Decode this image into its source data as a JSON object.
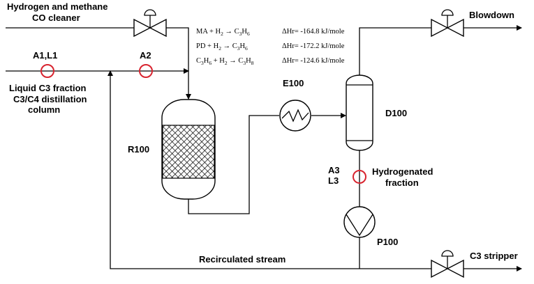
{
  "labels": {
    "hydrogen_feed_line1": "Hydrogen and methane",
    "hydrogen_feed_line2": "CO cleaner",
    "sample_point_1": "A1,L1",
    "sample_point_2": "A2",
    "liquid_feed_line1": "Liquid C3 fraction",
    "liquid_feed_line2": "C3/C4 distillation",
    "liquid_feed_line3": "column",
    "reactor": "R100",
    "heat_exchanger": "E100",
    "drum": "D100",
    "blowdown": "Blowdown",
    "sample_point_3a": "A3",
    "sample_point_3b": "L3",
    "product_line1": "Hydrogenated",
    "product_line2": "fraction",
    "pump": "P100",
    "recycle": "Recirculated stream",
    "c3_stripper": "C3 stripper"
  },
  "reactions": [
    {
      "lhs": "MA + H",
      "h2sub": "2",
      "arrow": " → C",
      "c": "3",
      "h": "H",
      "hsub": "6",
      "dh": "ΔHr= -164.8 kJ/mole"
    },
    {
      "lhs": "PD + H",
      "h2sub": "2",
      "arrow": " → C",
      "c": "3",
      "h": "H",
      "hsub": "6",
      "dh": "ΔHr= -172.2 kJ/mole"
    },
    {
      "lhs": "C",
      "lhs_c": "3",
      "lhs_h": "H",
      "lhs_hsub": "6",
      "plus": " + H",
      "h2sub": "2",
      "arrow": " → C",
      "c": "3",
      "h": "H",
      "hsub": "8",
      "dh": "ΔHr= -124.6 kJ/mole"
    }
  ],
  "colors": {
    "line": "#000000",
    "instrument": "#d8242f"
  }
}
